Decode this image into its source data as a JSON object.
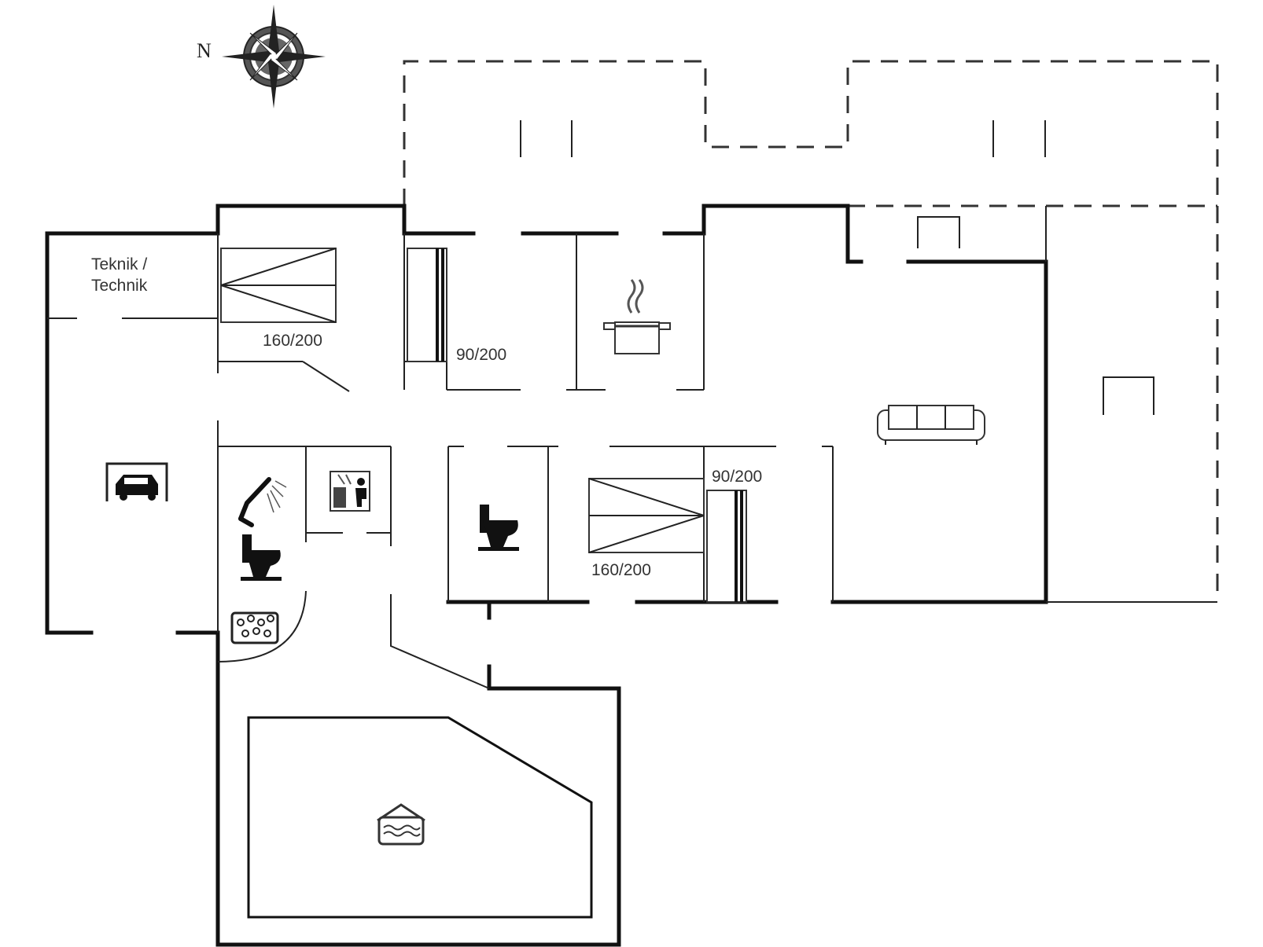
{
  "plan": {
    "compass_letter": "N",
    "rooms": {
      "technik_line1": "Teknik /",
      "technik_line2": "Technik"
    },
    "beds": {
      "bed_1": "160/200",
      "bed_2": "90/200",
      "bed_3": "90/200",
      "bed_4": "160/200"
    },
    "icons": [
      "compass-rose-icon",
      "double-bed-icon",
      "single-bed-icon",
      "cooking-pot-icon",
      "sofa-icon",
      "shower-icon",
      "toilet-icon",
      "sauna-icon",
      "whirlpool-icon",
      "indoor-pool-icon",
      "chair-icon",
      "garage-car-icon"
    ]
  }
}
